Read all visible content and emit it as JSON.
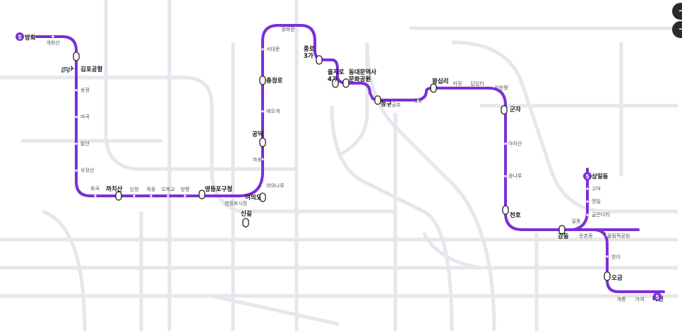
{
  "map": {
    "line": {
      "number": "5",
      "color": "#7B2FD8",
      "bg_line_color": "#E6E6EC"
    },
    "stations": [
      {
        "id": "banghwa",
        "name": "방화",
        "kind": "terminal"
      },
      {
        "id": "gaehwasan",
        "name": "개화산",
        "kind": "minor"
      },
      {
        "id": "gimpo",
        "name": "김포공항",
        "kind": "transfer"
      },
      {
        "id": "songjeong",
        "name": "송정",
        "kind": "minor"
      },
      {
        "id": "magok",
        "name": "마곡",
        "kind": "minor"
      },
      {
        "id": "balsan",
        "name": "발산",
        "kind": "minor"
      },
      {
        "id": "ujangsan",
        "name": "우장산",
        "kind": "minor"
      },
      {
        "id": "hwagok",
        "name": "화곡",
        "kind": "minor"
      },
      {
        "id": "kkachisan",
        "name": "까치산",
        "kind": "transfer"
      },
      {
        "id": "sinjeong",
        "name": "신정",
        "kind": "minor"
      },
      {
        "id": "mokdong",
        "name": "목동",
        "kind": "minor"
      },
      {
        "id": "omokgyo",
        "name": "오목교",
        "kind": "minor"
      },
      {
        "id": "yangpyeong",
        "name": "양평",
        "kind": "minor"
      },
      {
        "id": "yeongdeungpogu",
        "name": "영등포구청",
        "kind": "transfer"
      },
      {
        "id": "yeongdeungposijang",
        "name": "영등포시장",
        "kind": "minor"
      },
      {
        "id": "singil",
        "name": "신길",
        "kind": "transfer"
      },
      {
        "id": "yeouido",
        "name": "여의도",
        "kind": "transfer"
      },
      {
        "id": "yeouinaru",
        "name": "여의나루",
        "kind": "minor"
      },
      {
        "id": "mapo",
        "name": "마포",
        "kind": "minor"
      },
      {
        "id": "gongdeok",
        "name": "공덕",
        "kind": "transfer"
      },
      {
        "id": "aeogae",
        "name": "애오개",
        "kind": "minor"
      },
      {
        "id": "chungjeongno",
        "name": "충정로",
        "kind": "transfer"
      },
      {
        "id": "seodaemun",
        "name": "서대문",
        "kind": "minor"
      },
      {
        "id": "gwanghwamun",
        "name": "광화문",
        "kind": "minor"
      },
      {
        "id": "jongno3ga",
        "name": "종로\n3가",
        "kind": "transfer"
      },
      {
        "id": "euljiro4ga",
        "name": "을지로\n4가",
        "kind": "transfer"
      },
      {
        "id": "ddp",
        "name": "동대문역사\n문화공원",
        "kind": "transfer"
      },
      {
        "id": "cheonggu",
        "name": "청구",
        "kind": "transfer"
      },
      {
        "id": "singeumho",
        "name": "신금호",
        "kind": "minor"
      },
      {
        "id": "haengdang",
        "name": "행당",
        "kind": "minor"
      },
      {
        "id": "wangsimni",
        "name": "왕십리",
        "kind": "transfer"
      },
      {
        "id": "majang",
        "name": "마장",
        "kind": "minor"
      },
      {
        "id": "dapsimni",
        "name": "답십리",
        "kind": "minor"
      },
      {
        "id": "janghanpyeong",
        "name": "장한평",
        "kind": "minor"
      },
      {
        "id": "gunja",
        "name": "군자",
        "kind": "transfer"
      },
      {
        "id": "achasan",
        "name": "아차산",
        "kind": "minor"
      },
      {
        "id": "gwangnaru",
        "name": "광나루",
        "kind": "minor"
      },
      {
        "id": "cheonho",
        "name": "천호",
        "kind": "transfer"
      },
      {
        "id": "gangdong",
        "name": "강동",
        "kind": "transfer"
      },
      {
        "id": "gildong",
        "name": "길동",
        "kind": "minor"
      },
      {
        "id": "gubeundari",
        "name": "굽은다리",
        "kind": "minor"
      },
      {
        "id": "myeongil",
        "name": "명일",
        "kind": "minor"
      },
      {
        "id": "godeok",
        "name": "고덕",
        "kind": "minor"
      },
      {
        "id": "sangil",
        "name": "상일동",
        "kind": "terminal"
      },
      {
        "id": "dunchon",
        "name": "둔촌동",
        "kind": "minor"
      },
      {
        "id": "olympicpark",
        "name": "올림픽공원",
        "kind": "minor"
      },
      {
        "id": "bangi",
        "name": "방이",
        "kind": "minor"
      },
      {
        "id": "ogeum",
        "name": "오금",
        "kind": "transfer"
      },
      {
        "id": "gaerong",
        "name": "개롱",
        "kind": "minor"
      },
      {
        "id": "geoyeo",
        "name": "거여",
        "kind": "minor"
      },
      {
        "id": "macheon",
        "name": "마천",
        "kind": "terminal"
      }
    ]
  },
  "controls": {
    "zoom_in": "+",
    "zoom_out": "−"
  }
}
